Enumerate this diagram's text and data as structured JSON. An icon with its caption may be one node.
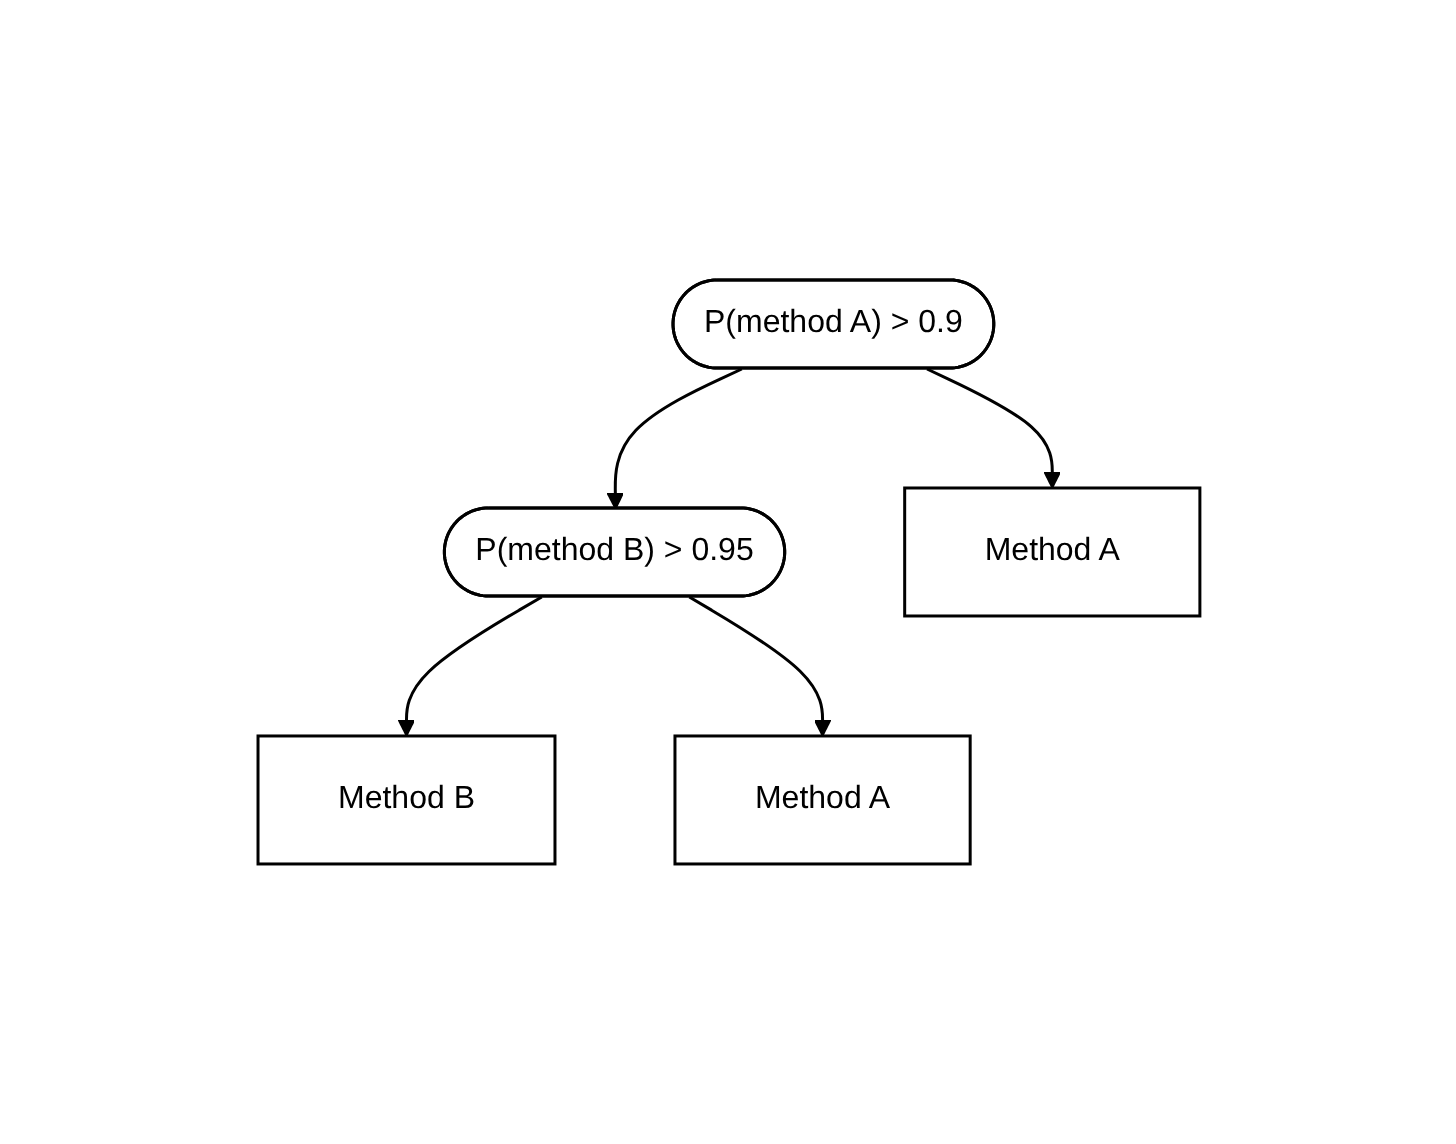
{
  "diagram": {
    "nodes": [
      {
        "text": [
          "P(method A) > 0.9"
        ]
      },
      {
        "text": [
          "P(method B) > 0.95"
        ]
      },
      {
        "text": [
          "Method A"
        ]
      },
      {
        "text": [
          "Method B"
        ]
      },
      {
        "text": [
          "Method A"
        ]
      }
    ],
    "edges": [
      {
        "from": 0,
        "to": 1,
        "arrow": "to"
      },
      {
        "from": 0,
        "to": 2,
        "arrow": "to"
      },
      {
        "from": 1,
        "to": 3,
        "arrow": "to"
      },
      {
        "from": 1,
        "to": 4,
        "arrow": "to"
      }
    ]
  }
}
